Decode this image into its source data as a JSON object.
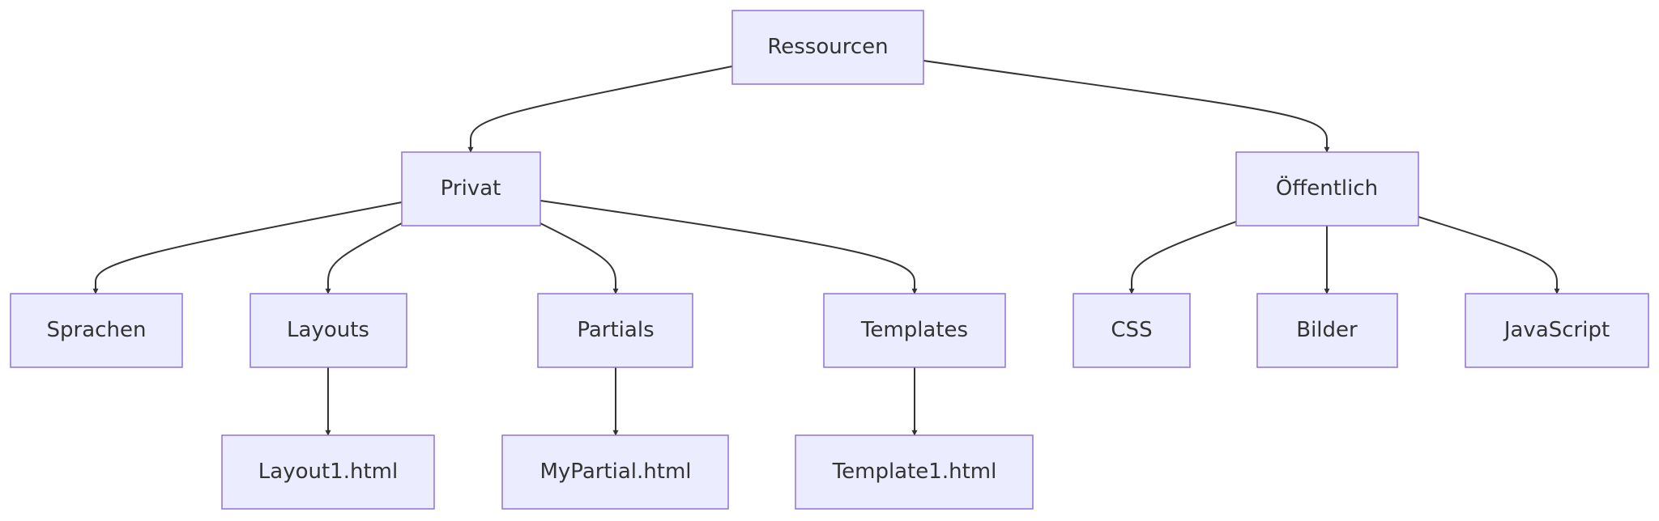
{
  "diagram": {
    "type": "flowchart-tree",
    "colors": {
      "node_fill": "#ECECFF",
      "node_border": "#9370DB",
      "edge": "#333333",
      "text": "#333333"
    },
    "nodes": {
      "ressourcen": "Ressourcen",
      "privat": "Privat",
      "oeffentlich": "Öffentlich",
      "sprachen": "Sprachen",
      "layouts": "Layouts",
      "partials": "Partials",
      "templates": "Templates",
      "css": "CSS",
      "bilder": "Bilder",
      "javascript": "JavaScript",
      "layout1": "Layout1.html",
      "mypartial": "MyPartial.html",
      "template1": "Template1.html"
    },
    "edges": [
      [
        "ressourcen",
        "privat"
      ],
      [
        "ressourcen",
        "oeffentlich"
      ],
      [
        "privat",
        "sprachen"
      ],
      [
        "privat",
        "layouts"
      ],
      [
        "privat",
        "partials"
      ],
      [
        "privat",
        "templates"
      ],
      [
        "oeffentlich",
        "css"
      ],
      [
        "oeffentlich",
        "bilder"
      ],
      [
        "oeffentlich",
        "javascript"
      ],
      [
        "layouts",
        "layout1"
      ],
      [
        "partials",
        "mypartial"
      ],
      [
        "templates",
        "template1"
      ]
    ]
  }
}
